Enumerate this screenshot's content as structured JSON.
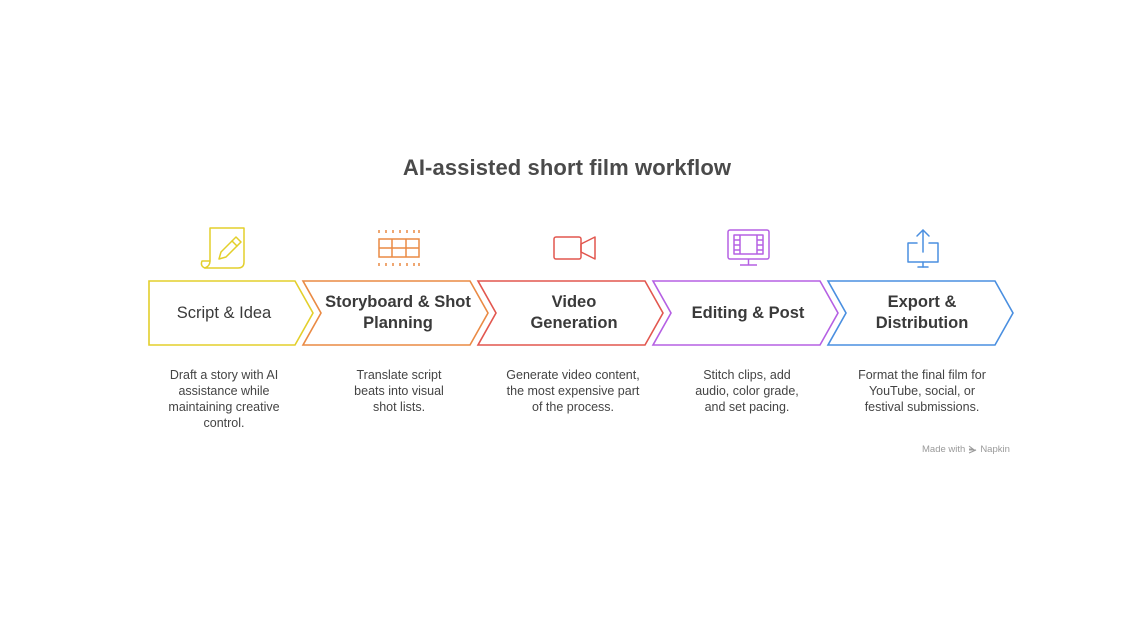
{
  "title": "AI-assisted short film workflow",
  "steps": [
    {
      "label": "Script & Idea",
      "description": "Draft a story with AI assistance while maintaining creative control.",
      "color": "#e3cf2b",
      "icon": "pencil-paper-icon"
    },
    {
      "label": "Storyboard & Shot Planning",
      "description": "Translate script beats into visual shot lists.",
      "color": "#ea8a44",
      "icon": "storyboard-grid-icon"
    },
    {
      "label": "Video Generation",
      "description": "Generate video content, the most expensive part of the process.",
      "color": "#e2574f",
      "icon": "video-camera-icon"
    },
    {
      "label": "Editing & Post",
      "description": "Stitch clips, add audio, color grade, and set pacing.",
      "color": "#b560e3",
      "icon": "monitor-film-icon"
    },
    {
      "label": "Export & Distribution",
      "description": "Format the final film for YouTube, social, or festival submissions.",
      "color": "#4a8fe0",
      "icon": "upload-screen-icon"
    }
  ],
  "footer": {
    "text": "Made with",
    "brand": "Napkin"
  }
}
